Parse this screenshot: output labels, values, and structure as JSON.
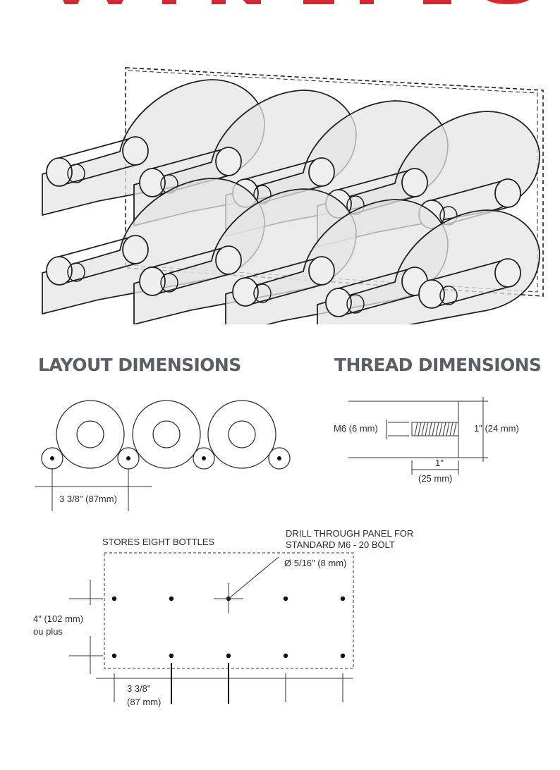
{
  "brand": {
    "accent": "#d22a32"
  },
  "layout_section": {
    "heading": "LAYOUT DIMENSIONS",
    "spacing_label": "3 3/8\" (87mm)"
  },
  "thread_section": {
    "heading": "THREAD DIMENSIONS",
    "diameter_label": "M6 (6 mm)",
    "height_label": "1\" (24 mm)",
    "length_label_1": "1\"",
    "length_label_2": "(25 mm)"
  },
  "panel_section": {
    "capacity_label": "STORES EIGHT BOTTLES",
    "drill_note_line1": "DRILL THROUGH PANEL FOR",
    "drill_note_line2": "STANDARD M6 - 20 BOLT",
    "hole_size_label": "Ø 5/16\" (8 mm)",
    "vertical_label_1": "4\" (102 mm)",
    "vertical_label_2": "ou plus",
    "horizontal_label_1": "3 3/8\"",
    "horizontal_label_2": "(87 mm)"
  }
}
